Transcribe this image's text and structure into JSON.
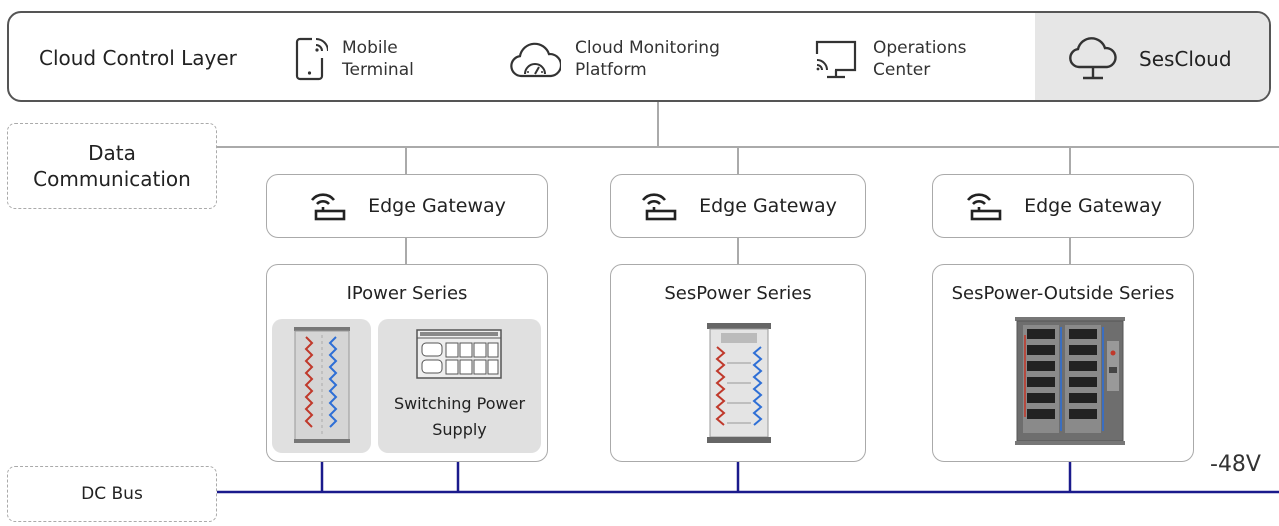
{
  "cloud_layer": {
    "title": "Cloud Control Layer",
    "items": [
      {
        "line1": "Mobile",
        "line2": "Terminal",
        "icon": "mobile-terminal-icon"
      },
      {
        "line1": "Cloud Monitoring",
        "line2": "Platform",
        "icon": "cloud-monitoring-icon"
      },
      {
        "line1": "Operations",
        "line2": "Center",
        "icon": "operations-center-icon"
      }
    ],
    "brand": {
      "label": "SesCloud",
      "icon": "cloud-network-icon"
    }
  },
  "side_labels": {
    "data_line1": "Data",
    "data_line2": "Communication",
    "dc_bus": "DC Bus"
  },
  "gateways": [
    {
      "label": "Edge Gateway",
      "icon": "router-wifi-icon"
    },
    {
      "label": "Edge Gateway",
      "icon": "router-wifi-icon"
    },
    {
      "label": "Edge Gateway",
      "icon": "router-wifi-icon"
    }
  ],
  "series": [
    {
      "title": "IPower Series",
      "sub_label_line1": "Switching Power",
      "sub_label_line2": "Supply"
    },
    {
      "title": "SesPower Series"
    },
    {
      "title": "SesPower-Outside Series"
    }
  ],
  "voltage": "-48V",
  "colors": {
    "dc_bus": "#1a1a8c",
    "line_gray": "#aaaaaa",
    "border_dark": "#555555",
    "battery_red": "#c0392b",
    "battery_blue": "#2e6fd6"
  }
}
